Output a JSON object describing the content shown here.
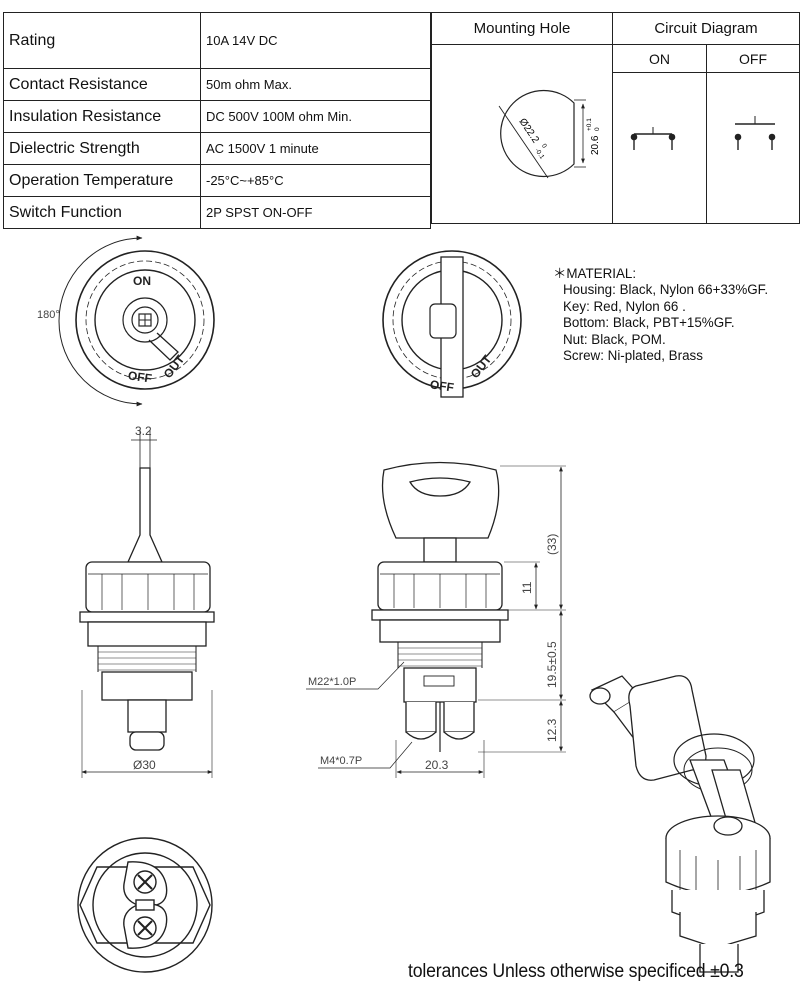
{
  "spec_table": {
    "rows": [
      {
        "param": "Rating",
        "value": "10A 14V DC"
      },
      {
        "param": "Contact Resistance",
        "value": "50m ohm Max."
      },
      {
        "param": "Insulation Resistance",
        "value": "DC 500V 100M ohm Min."
      },
      {
        "param": "Dielectric Strength",
        "value": "AC 1500V 1 minute"
      },
      {
        "param": "Operation Temperature",
        "value": "-25°C~+85°C"
      },
      {
        "param": "Switch Function",
        "value": "2P SPST ON-OFF"
      }
    ]
  },
  "mounting_hole": {
    "title": "Mounting Hole",
    "diameter": "Ø22.2",
    "diameter_tol_upper": "0",
    "diameter_tol_lower": "-0.1",
    "flat": "20.6",
    "flat_tol_upper": "+0.1",
    "flat_tol_lower": "0"
  },
  "circuit_diagram": {
    "title": "Circuit Diagram",
    "on_label": "ON",
    "off_label": "OFF"
  },
  "front_view": {
    "angle_label": "180°",
    "on_text": "ON",
    "off_text": "OFF",
    "out_text": "OUT"
  },
  "side_view": {
    "dim_key_width": "3.2",
    "dim_diameter": "Ø30"
  },
  "section_view": {
    "dim_total_height": "(33)",
    "dim_cap_height": "11",
    "dim_body_height": "19.5±0.5",
    "dim_bottom_height": "12.3",
    "dim_width": "20.3",
    "thread_main": "M22*1.0P",
    "thread_screw": "M4*0.7P"
  },
  "material": {
    "title": "＊MATERIAL:",
    "lines": [
      "Housing: Black, Nylon 66+33%GF.",
      "Key: Red, Nylon 66 .",
      "Bottom: Black, PBT+15%GF.",
      "Nut: Black, POM.",
      "Screw: Ni-plated, Brass"
    ]
  },
  "footer": {
    "tolerance_note": "tolerances Unless otherwise specificed ±0.3"
  }
}
